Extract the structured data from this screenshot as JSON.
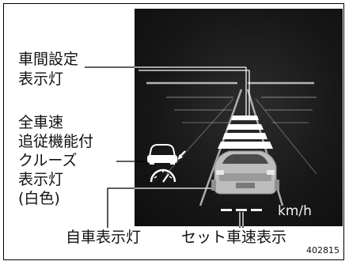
{
  "labels": {
    "distance_setting": [
      "車間設定",
      "表示灯"
    ],
    "full_speed_follow": [
      "全車速",
      "追従機能付",
      "クルーズ",
      "表示灯",
      "(白色)"
    ],
    "own_vehicle": "自車表示灯",
    "set_speed": "セット車速表示"
  },
  "speed_unit": "km/h",
  "figure_number": "402815",
  "colors": {
    "screen_background": "#161616",
    "bar_white": "#ffffff",
    "lane_line": "#cfcfcf"
  },
  "icons": [
    "cruise-speedometer-icon",
    "own-vehicle-car-icon"
  ]
}
